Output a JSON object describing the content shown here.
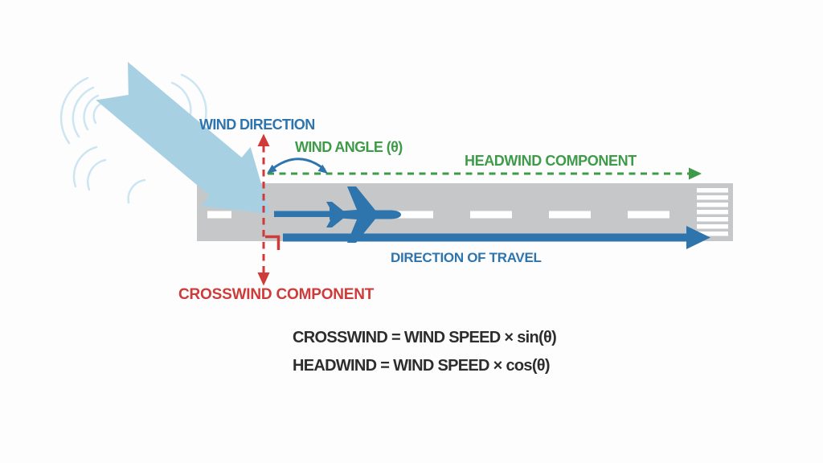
{
  "title": "Crosswind and headwind components diagram",
  "diagram": {
    "labels": {
      "wind_direction": "WIND DIRECTION",
      "wind_angle": "WIND ANGLE (θ)",
      "headwind_component": "HEADWIND COMPONENT",
      "direction_of_travel": "DIRECTION OF TRAVEL",
      "crosswind_component": "CROSSWIND COMPONENT"
    },
    "formulas": {
      "crosswind": "CROSSWIND = WIND SPEED × sin(θ)",
      "headwind": "HEADWIND = WIND SPEED × cos(θ)"
    },
    "icons": {
      "wind_arrow": "wind-ribbon-arrow-icon",
      "airplane": "airplane-top-view-icon",
      "wind_swirls": "wind-swirl-lines"
    },
    "colors": {
      "background": "#fdfdfd",
      "wind_fill": "#a7d1e3",
      "swirl": "#cbe6f2",
      "blue": "#2e74ad",
      "green": "#3f9b4a",
      "red": "#cf3a3a",
      "runway": "#c6c7c8",
      "marking": "#ffffff",
      "formula_text": "#2d2d2d"
    }
  }
}
